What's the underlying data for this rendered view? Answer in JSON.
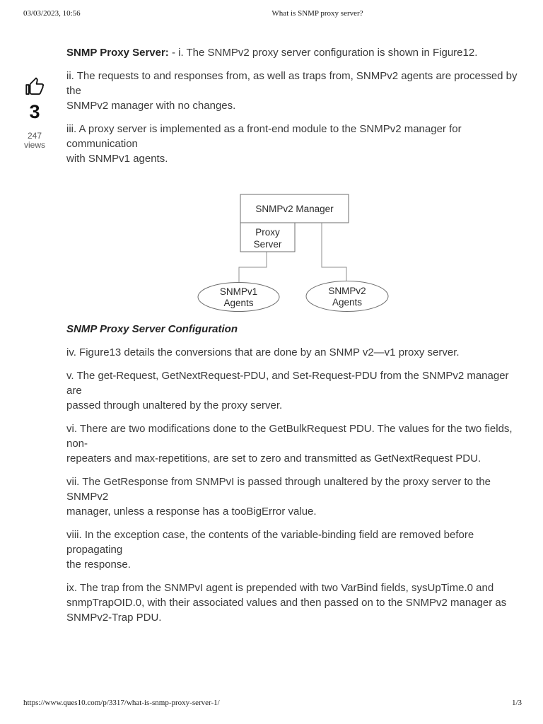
{
  "header": {
    "datetime": "03/03/2023, 10:56",
    "title": "What is SNMP proxy server?"
  },
  "footer": {
    "url": "https://www.ques10.com/p/3317/what-is-snmp-proxy-server-1/",
    "page_indicator": "1/3"
  },
  "vote": {
    "count": "3",
    "views": [
      "247",
      "views"
    ]
  },
  "article": {
    "lead": {
      "bold": "SNMP Proxy Server:",
      "text": " - i. The SNMPv2 proxy server configuration is shown in Figure12."
    },
    "items_before_figure": [
      [
        "ii. The requests to and responses from, as well as traps from, SNMPv2 agents are processed by the",
        "SNMPv2 manager with no changes."
      ],
      [
        "iii. A proxy server is implemented as a front-end module to the SNMPv2 manager for communication",
        "with SNMPv1 agents."
      ]
    ],
    "figure_caption": "SNMP Proxy Server Configuration",
    "items_after_figure": [
      [
        "iv. Figure13 details the conversions that are done by an SNMP v2—v1 proxy server."
      ],
      [
        "v. The get-Request, GetNextRequest-PDU, and Set-Request-PDU from the SNMPv2 manager are",
        "passed through unaltered by the proxy server."
      ],
      [
        "vi. There are two modifications done to the GetBulkRequest PDU. The values for the two fields, non-",
        "repeaters and max-repetitions, are set to zero and transmitted as GetNextRequest PDU."
      ],
      [
        "vii. The GetResponse from SNMPvI is passed through unaltered by the proxy server to the SNMPv2",
        "manager, unless a response has a tooBigError value."
      ],
      [
        "viii. In the exception case, the contents of the variable-binding field are removed before propagating",
        "the response."
      ],
      [
        "ix. The trap from the SNMPvI agent is prepended with two VarBind fields, sysUpTime.0 and",
        "snmpTrapOID.0, with their associated values and then passed on to the SNMPv2 manager as",
        "SNMPv2-Trap PDU."
      ]
    ]
  },
  "diagram": {
    "manager_label": "SNMPv2 Manager",
    "proxy_label_line1": "Proxy",
    "proxy_label_line2": "Server",
    "agents_v1_line1": "SNMPv1",
    "agents_v1_line2": "Agents",
    "agents_v2_line1": "SNMPv2",
    "agents_v2_line2": "Agents"
  },
  "colors": {
    "body_text": "#3a3a3a",
    "muted_text": "#595959",
    "diagram_box_stroke": "#6e6e6e",
    "diagram_wire_stroke": "#8f8f8f",
    "page_background": "#ffffff"
  }
}
